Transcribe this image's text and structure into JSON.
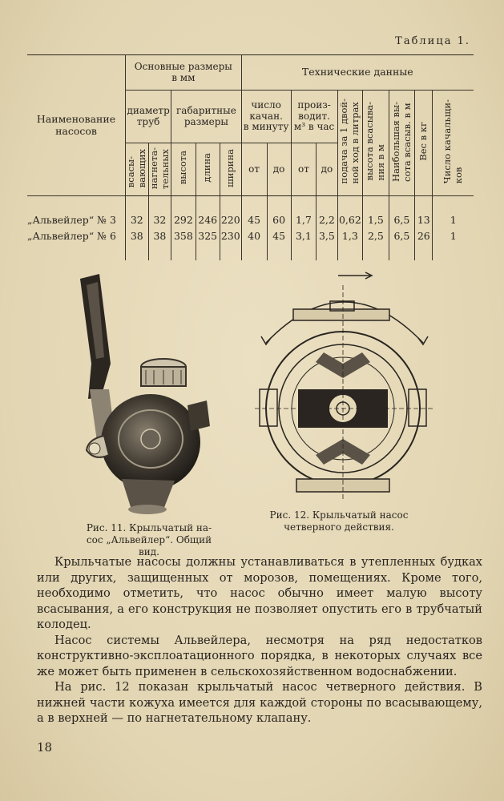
{
  "table": {
    "caption": "Таблица 1.",
    "h_name": "Наименование\nнасосов",
    "h_main": "Основные размеры\nв мм",
    "h_tech": "Технические данные",
    "h_diam": "диаметр\nтруб",
    "h_gab": "габаритные\nразмеры",
    "h_strokes": "число\nкачан.\nв минуту",
    "h_prod": "произ-\nводит.\nм³ в час",
    "h_delivery": "подача за 1 двой-\nной ход в литрах",
    "h_suction_h": "высота всасыва-\nния в м",
    "h_max_h": "Наибольшая вы-\nсота всасыв. в м",
    "h_weight": "Вес в кг",
    "h_swingers": "Число качальщи-\nков",
    "h_suck": "всасы-\nвающих",
    "h_press": "нагнета-\nтельных",
    "h_height": "высота",
    "h_length": "длина",
    "h_width": "ширина",
    "h_from": "от",
    "h_to": "до",
    "rows": [
      {
        "name": "„Альвейлер“ № 3",
        "suck": "32",
        "press": "32",
        "height": "292",
        "length": "246",
        "width": "220",
        "s_from": "45",
        "s_to": "60",
        "p_from": "1,7",
        "p_to": "2,2",
        "delivery": "0,62",
        "suction_h": "1,5",
        "max_h": "6,5",
        "weight": "13",
        "swingers": "1"
      },
      {
        "name": "„Альвейлер“ № 6",
        "suck": "38",
        "press": "38",
        "height": "358",
        "length": "325",
        "width": "230",
        "s_from": "40",
        "s_to": "45",
        "p_from": "3,1",
        "p_to": "3,5",
        "delivery": "1,3",
        "suction_h": "2,5",
        "max_h": "6,5",
        "weight": "26",
        "swingers": "1"
      }
    ]
  },
  "figures": {
    "fig11_caption": "Рис. 11. Крыльчатый на-\nсос „Альвейлер“. Общий\nвид.",
    "fig12_caption": "Рис. 12. Крыльчатый насос\nчетверного действия."
  },
  "text": {
    "p1": "Крыльчатые насосы должны устанавливаться в утепленных будках или других, защищенных от морозов, помещениях. Кроме того, необходимо отметить, что насос обычно имеет малую высоту всасывания, а его конструкция не позволяет опустить его в трубчатый колодец.",
    "p2": "Насос системы Альвейлера, несмотря на ряд недостатков конструктивно-эксплоатационного порядка, в некоторых случаях все же может быть применен в сельскохозяйственном водоснабжении.",
    "p3": "На рис. 12 показан крыльчатый насос четверного действия. В нижней части кожуха имеется для каждой стороны по всасывающему, а в верхней — по нагнетательному клапану."
  },
  "page_number": "18"
}
